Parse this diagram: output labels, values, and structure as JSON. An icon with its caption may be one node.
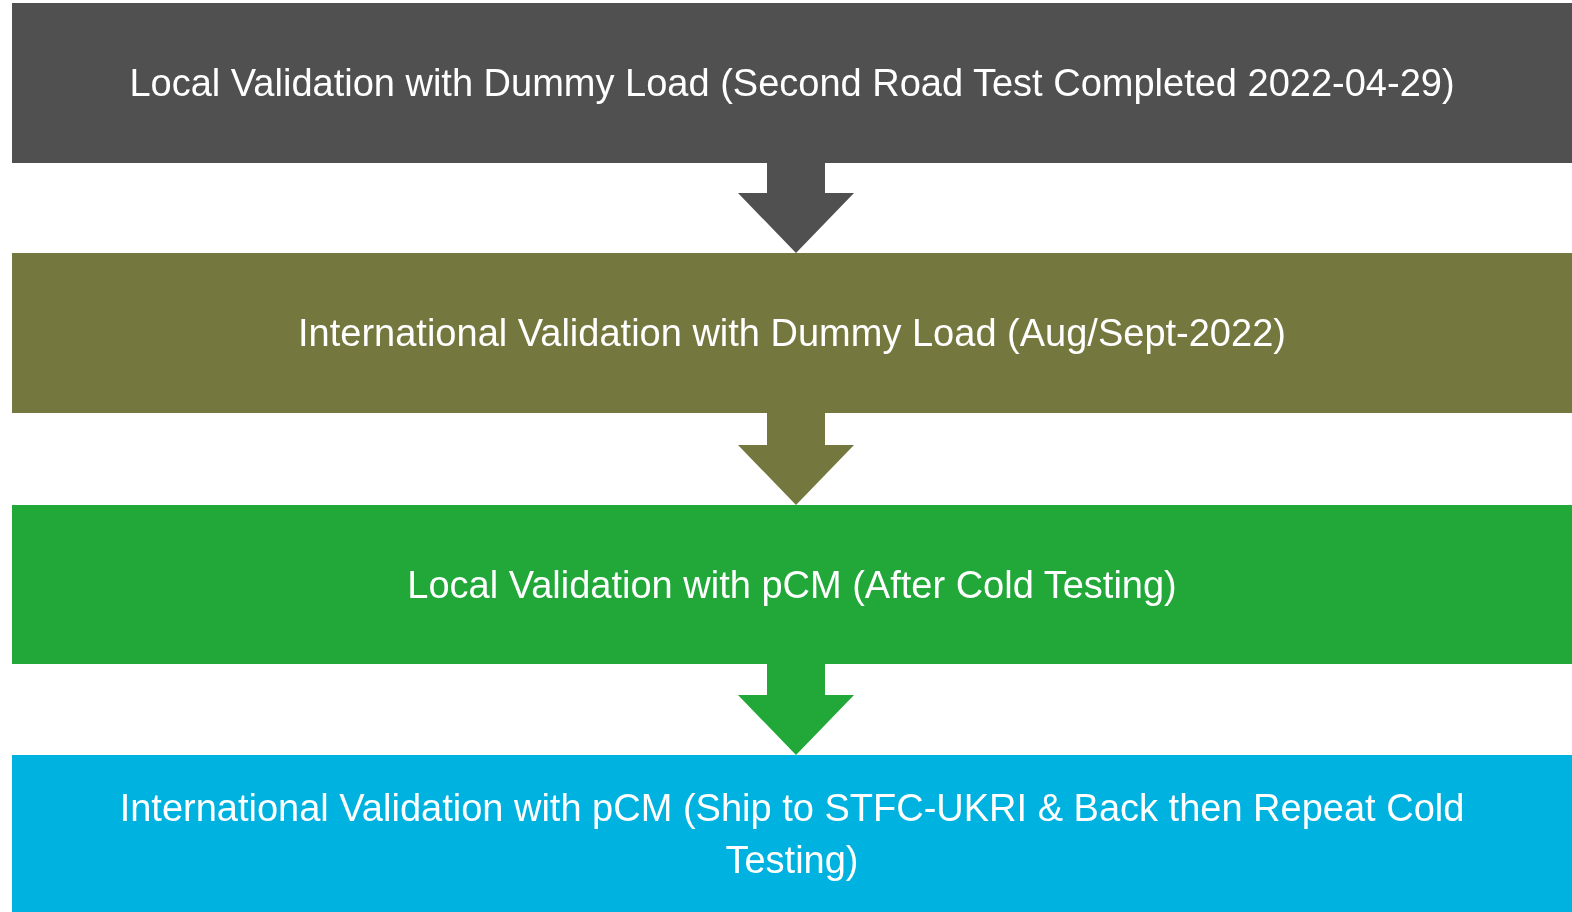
{
  "diagram": {
    "nodes": [
      {
        "text": [
          "Local Validation with Dummy Load (Second Road Test Completed 2022-04-29)"
        ]
      },
      {
        "text": [
          "International Validation with Dummy Load (Aug/Sept-2022)"
        ]
      },
      {
        "text": [
          "Local Validation with pCM (After Cold Testing)"
        ]
      },
      {
        "text": [
          "International Validation with pCM (Ship to STFC-UKRI & Back then Repeat Cold Testing)"
        ]
      }
    ],
    "edges": [
      {
        "from": 0,
        "to": 1,
        "arrow": "to",
        "color": "#505050"
      },
      {
        "from": 1,
        "to": 2,
        "arrow": "to",
        "color": "#75783e"
      },
      {
        "from": 2,
        "to": 3,
        "arrow": "to",
        "color": "#22a838"
      }
    ]
  }
}
